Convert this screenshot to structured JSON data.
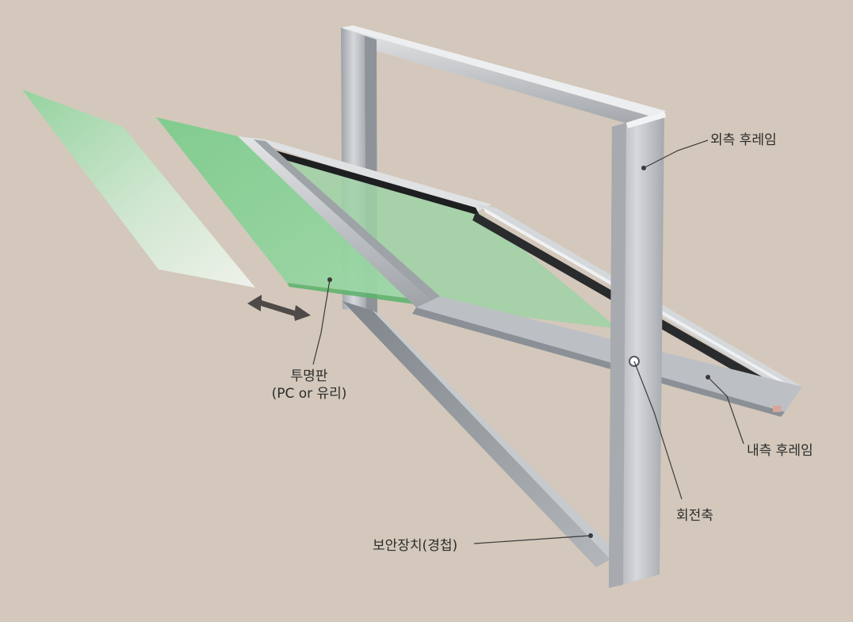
{
  "diagram": {
    "labels": {
      "outer_frame": "외측 후레임",
      "inner_frame": "내측 후레임",
      "transparent_panel_line1": "투명판",
      "transparent_panel_line2": "(PC or 유리)",
      "pivot_axis": "회전축",
      "security_device": "보안장치(경첩)"
    },
    "colors": {
      "background": "#d3c8bb",
      "frame_metal": "#b9bcc0",
      "glass_green": "#9dd4a6",
      "leader_line": "#3a3a3a"
    }
  }
}
